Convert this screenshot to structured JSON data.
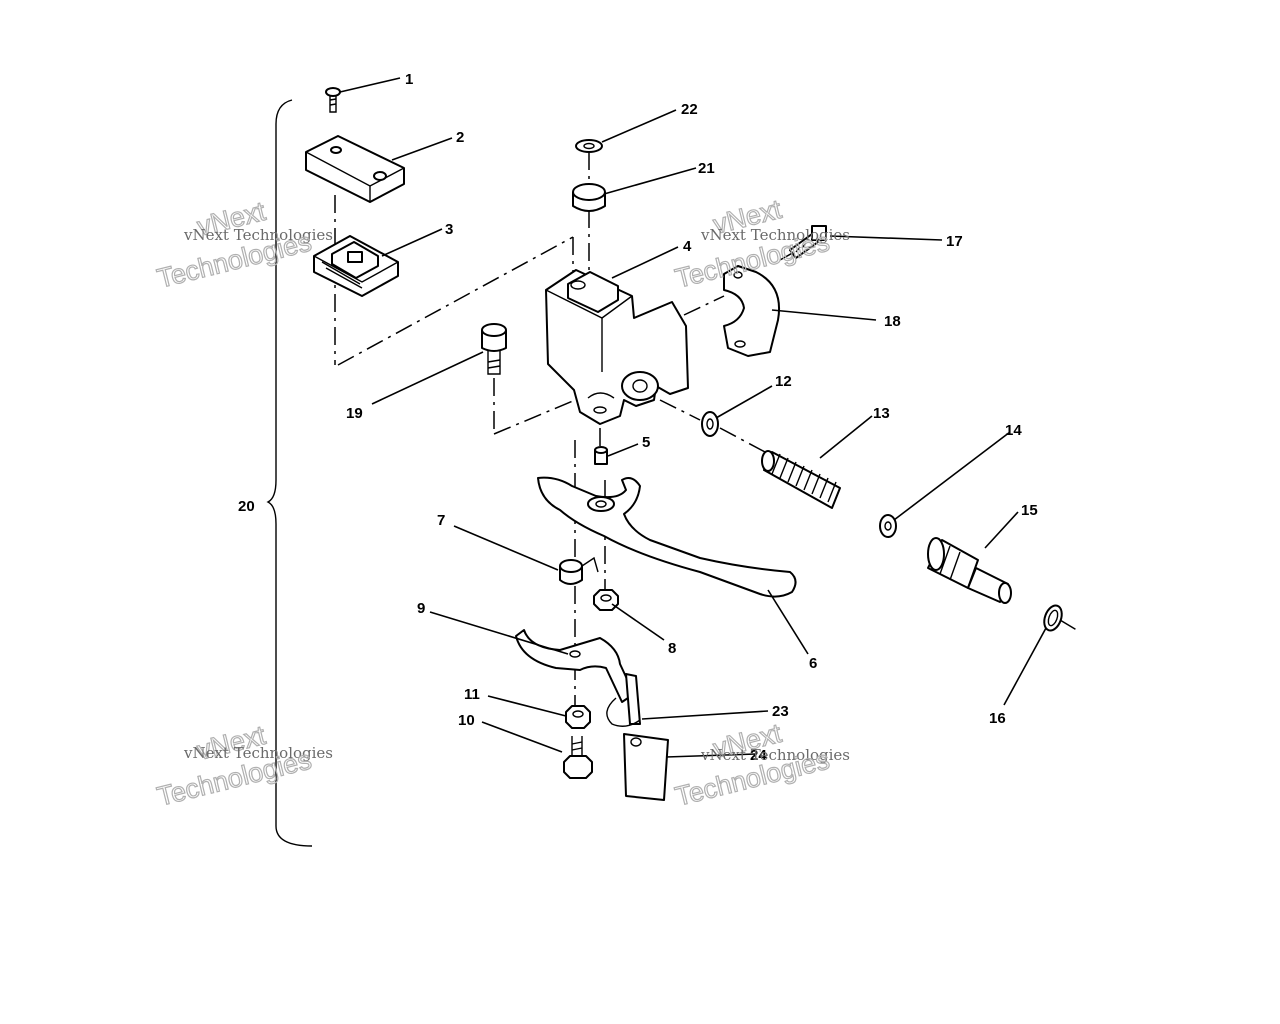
{
  "callouts": {
    "c1": "1",
    "c2": "2",
    "c3": "3",
    "c4": "4",
    "c5": "5",
    "c6": "6",
    "c7": "7",
    "c8": "8",
    "c9": "9",
    "c10": "10",
    "c11": "11",
    "c12": "12",
    "c13": "13",
    "c14": "14",
    "c15": "15",
    "c16": "16",
    "c17": "17",
    "c18": "18",
    "c19": "19",
    "c20": "20",
    "c21": "21",
    "c22": "22",
    "c23": "23",
    "c24": "24"
  },
  "watermark": {
    "line1": "vNext Technologies",
    "word1": "vNext",
    "word2": "Technologies"
  }
}
